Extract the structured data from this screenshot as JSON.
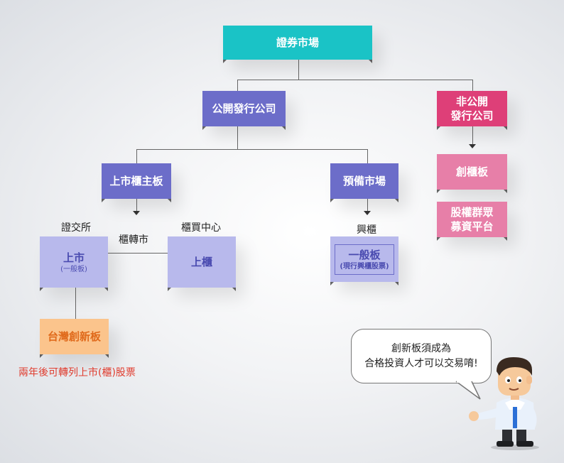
{
  "nodes": {
    "root": "證券市場",
    "public": "公開發行公司",
    "nonpublic_line1": "非公開",
    "nonpublic_line2": "發行公司",
    "main_board": "上市櫃主板",
    "prep_market": "預備市場",
    "innovation_board": "創櫃板",
    "crowdfunding_line1": "股權群眾",
    "crowdfunding_line2": "募資平台",
    "listed": "上市",
    "listed_sub": "(一般板)",
    "otc": "上櫃",
    "emerging": "一般板",
    "emerging_sub": "(現行興櫃股票)",
    "taiwan_innovation": "台灣創新板"
  },
  "labels": {
    "exchange": "證交所",
    "otc_transfer": "櫃轉市",
    "otc_center": "櫃買中心",
    "emerging_label": "興櫃",
    "note": "兩年後可轉列上市(櫃)股票"
  },
  "speech": {
    "line1": "創新板須成為",
    "line2": "合格投資人才可以交易唷!"
  },
  "colors": {
    "root": "#1ac3c6",
    "public": "#6c6dc9",
    "nonpublic": "#de3f78",
    "pink": "#e77fa8",
    "lavender": "#b8b9ec",
    "lavender_border": "#6c6dc9",
    "orange": "#fbc48c",
    "orange_text": "#e06a1b",
    "note_text": "#e03c2e"
  }
}
